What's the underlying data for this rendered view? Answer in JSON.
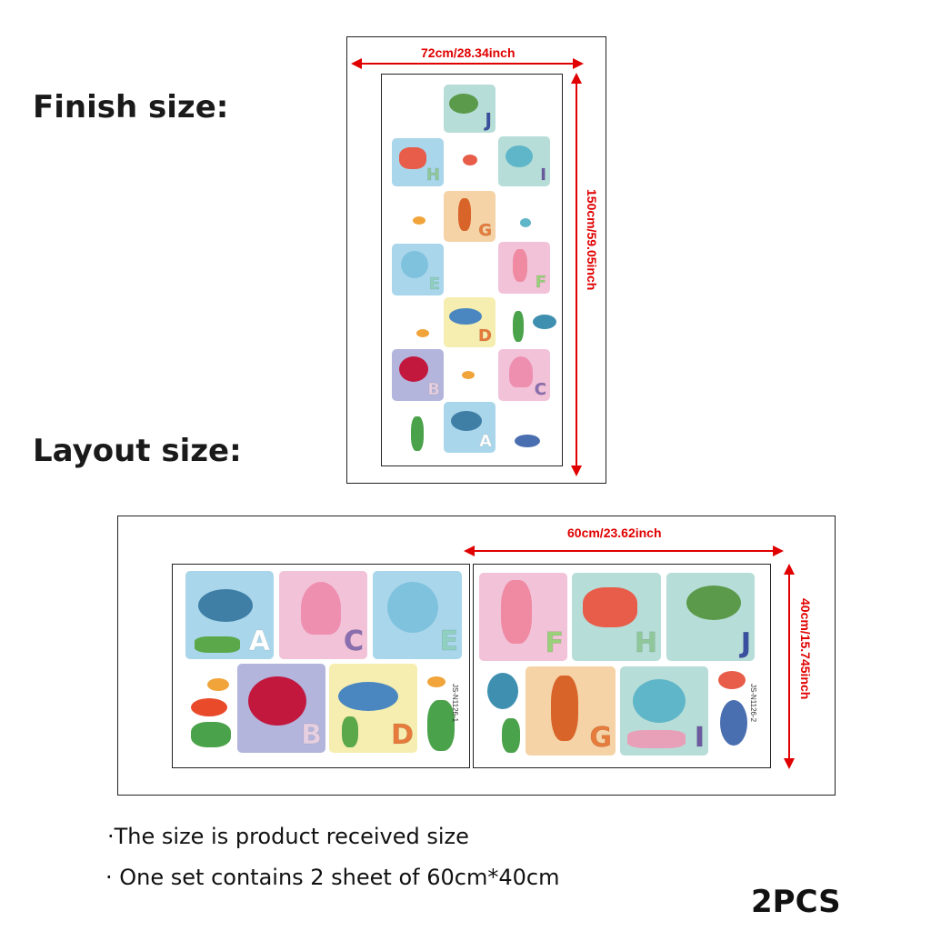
{
  "labels": {
    "finish": "Finish  size:",
    "layout": "Layout size:"
  },
  "finish_dims": {
    "width": "72cm/28.34inch",
    "height": "150cm/59.05inch"
  },
  "layout_dims": {
    "width": "60cm/23.62inch",
    "height": "40cm/15.745inch"
  },
  "notes": [
    "·The  size  is  product  received size",
    "· One set contains  2  sheet   of  60cm*40cm"
  ],
  "count": "2PCS",
  "colors": {
    "dimension": "#e00000",
    "tile_blue": "#a9d6ea",
    "tile_pink": "#f2c2d8",
    "tile_teal": "#b7ddd8",
    "tile_yellow": "#f6eeb0",
    "tile_orange": "#f5d3a6",
    "tile_purple": "#b3b5dd",
    "tile_mint": "#bfe3cf"
  },
  "hopscotch_letters": [
    "J",
    "H",
    "I",
    "G",
    "E",
    "F",
    "D",
    "B",
    "C",
    "A"
  ],
  "sheet1_letters": [
    "A",
    "C",
    "E",
    "B",
    "D"
  ],
  "sheet2_letters": [
    "F",
    "H",
    "J",
    "G",
    "I"
  ],
  "sheet_codes": [
    "JS-N1126-1",
    "JS-N1126-2"
  ]
}
